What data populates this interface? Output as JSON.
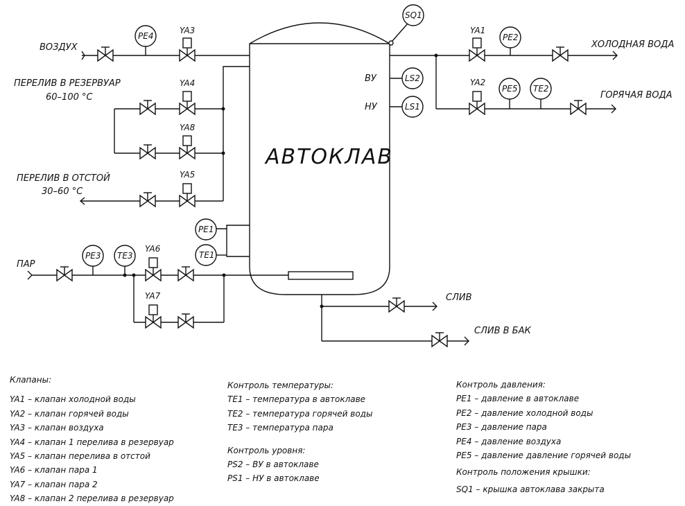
{
  "labels": {
    "air": "ВОЗДУХ",
    "overflow_reservoir": "ПЕРЕЛИВ В РЕЗЕРВУАР",
    "overflow_reservoir_temp": "60–100 °С",
    "overflow_settler": "ПЕРЕЛИВ В ОТСТОЙ",
    "overflow_settler_temp": "30–60 °С",
    "steam": "ПАР",
    "cold_water": "ХОЛОДНАЯ ВОДА",
    "hot_water": "ГОРЯЧАЯ ВОДА",
    "drain": "СЛИВ",
    "drain_tank": "СЛИВ В БАК",
    "autoclave": "АВТОКЛАВ",
    "upper_level": "ВУ",
    "lower_level": "НУ"
  },
  "instruments": {
    "SQ1": "SQ1",
    "LS2": "LS2",
    "LS1": "LS1",
    "PE1": "PE1",
    "PE2": "PE2",
    "PE3": "PE3",
    "PE4": "PE4",
    "PE5": "PE5",
    "TE1": "TE1",
    "TE2": "TE2",
    "TE3": "TE3"
  },
  "valves": {
    "YA1": "YA1",
    "YA2": "YA2",
    "YA3": "YA3",
    "YA4": "YA4",
    "YA5": "YA5",
    "YA6": "YA6",
    "YA7": "YA7",
    "YA8": "YA8"
  },
  "legend": {
    "valves_title": "Клапаны:",
    "valves": [
      "YA1 – клапан холодной воды",
      "YA2 – клапан горячей воды",
      "YA3 – клапан воздуха",
      "YA4 – клапан 1 перелива в резервуар",
      "YA5 – клапан перелива в отстой",
      "YA6 – клапан пара 1",
      "YA7 – клапан пара 2",
      "YA8 – клапан 2 перелива в резервуар"
    ],
    "temp_title": "Контроль температуры:",
    "temp": [
      "TE1 – температура в автоклаве",
      "TE2 – температура горячей воды",
      "TE3 – температура пара"
    ],
    "level_title": "Контроль уровня:",
    "level": [
      "PS2 – ВУ в автоклаве",
      "PS1 – НУ в автоклаве"
    ],
    "pressure_title": "Контроль давления:",
    "pressure": [
      "PE1 – давление в автоклаве",
      "PE2 – давление холодной воды",
      "PE3 – давление пара",
      "PE4 – давление воздуха",
      "PE5 – давление давление горячей воды"
    ],
    "lid_title": "Контроль положения крышки:",
    "lid": [
      "SQ1 – крышка автоклава закрыта"
    ]
  }
}
